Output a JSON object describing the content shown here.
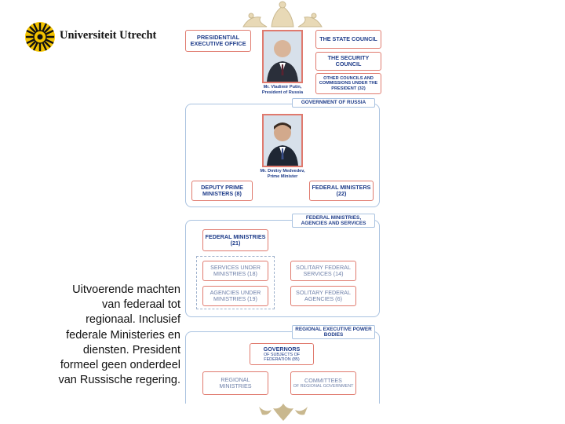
{
  "logo": {
    "name": "Universiteit Utrecht",
    "colors": {
      "sun": "#f2c200",
      "dark": "#111111"
    }
  },
  "caption": {
    "lines": [
      "Uitvoerende machten",
      "van federaal tot",
      "regionaal. Inclusief",
      "federale Ministeries en",
      "diensten. President",
      "formeel geen onderdeel",
      "van Russische regering."
    ]
  },
  "chart": {
    "colors": {
      "box_border": "#e07a6e",
      "panel_border": "#a9c2e0",
      "text": "#1f3d8a"
    },
    "top": {
      "presidential_office": "PRESIDENTIAL EXECUTIVE OFFICE",
      "state_council": "THE STATE COUNCIL",
      "security_council": "THE SECURITY COUNCIL",
      "other_councils": "OTHER COUNCILS AND COMMISSIONS UNDER THE PRESIDENT (32)",
      "president_caption_1": "Mr. Vladimir Putin,",
      "president_caption_2": "President of Russia"
    },
    "government": {
      "header": "GOVERNMENT OF RUSSIA",
      "pm_caption_1": "Mr. Dmitry Medvedev,",
      "pm_caption_2": "Prime Minister",
      "deputy_pm": "DEPUTY PRIME MINISTERS (8)",
      "federal_ministers": "FEDERAL MINISTERS (22)"
    },
    "ministries": {
      "header": "FEDERAL MINISTRIES, AGENCIES AND SERVICES",
      "federal_ministries": "FEDERAL MINISTRIES (21)",
      "services_under": "SERVICES UNDER MINISTRIES (18)",
      "agencies_under": "AGENCIES UNDER MINISTRIES (19)",
      "solitary_services": "SOLITARY FEDERAL SERVICES (14)",
      "solitary_agencies": "SOLITARY FEDERAL AGENCIES (6)"
    },
    "regional": {
      "header": "REGIONAL EXECUTIVE POWER BODIES",
      "governors": "GOVERNORS",
      "governors_sub": "OF SUBJECTS OF FEDERATION (85)",
      "regional_ministries": "REGIONAL MINISTRIES",
      "committees": "COMMITTEES",
      "committees_sub": "OF REGIONAL GOVERNMENT"
    }
  }
}
